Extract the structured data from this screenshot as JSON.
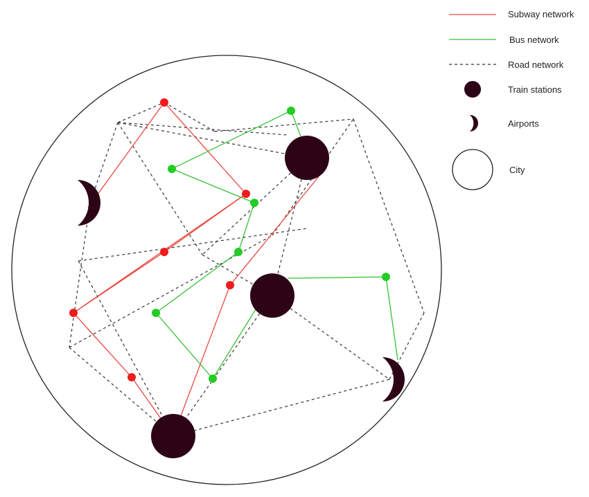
{
  "legend": {
    "subway_label": "Subway network",
    "bus_label": "Bus network",
    "road_label": "Road network",
    "train_label": "Train stations",
    "airport_label": "Airports",
    "city_label": "City"
  },
  "colors": {
    "subway": "#e8473f",
    "subway_node": "#ee1c1c",
    "bus": "#35c135",
    "bus_node": "#22cc22",
    "road": "#333333",
    "station": "#2d0416",
    "city_outline": "#222222"
  }
}
